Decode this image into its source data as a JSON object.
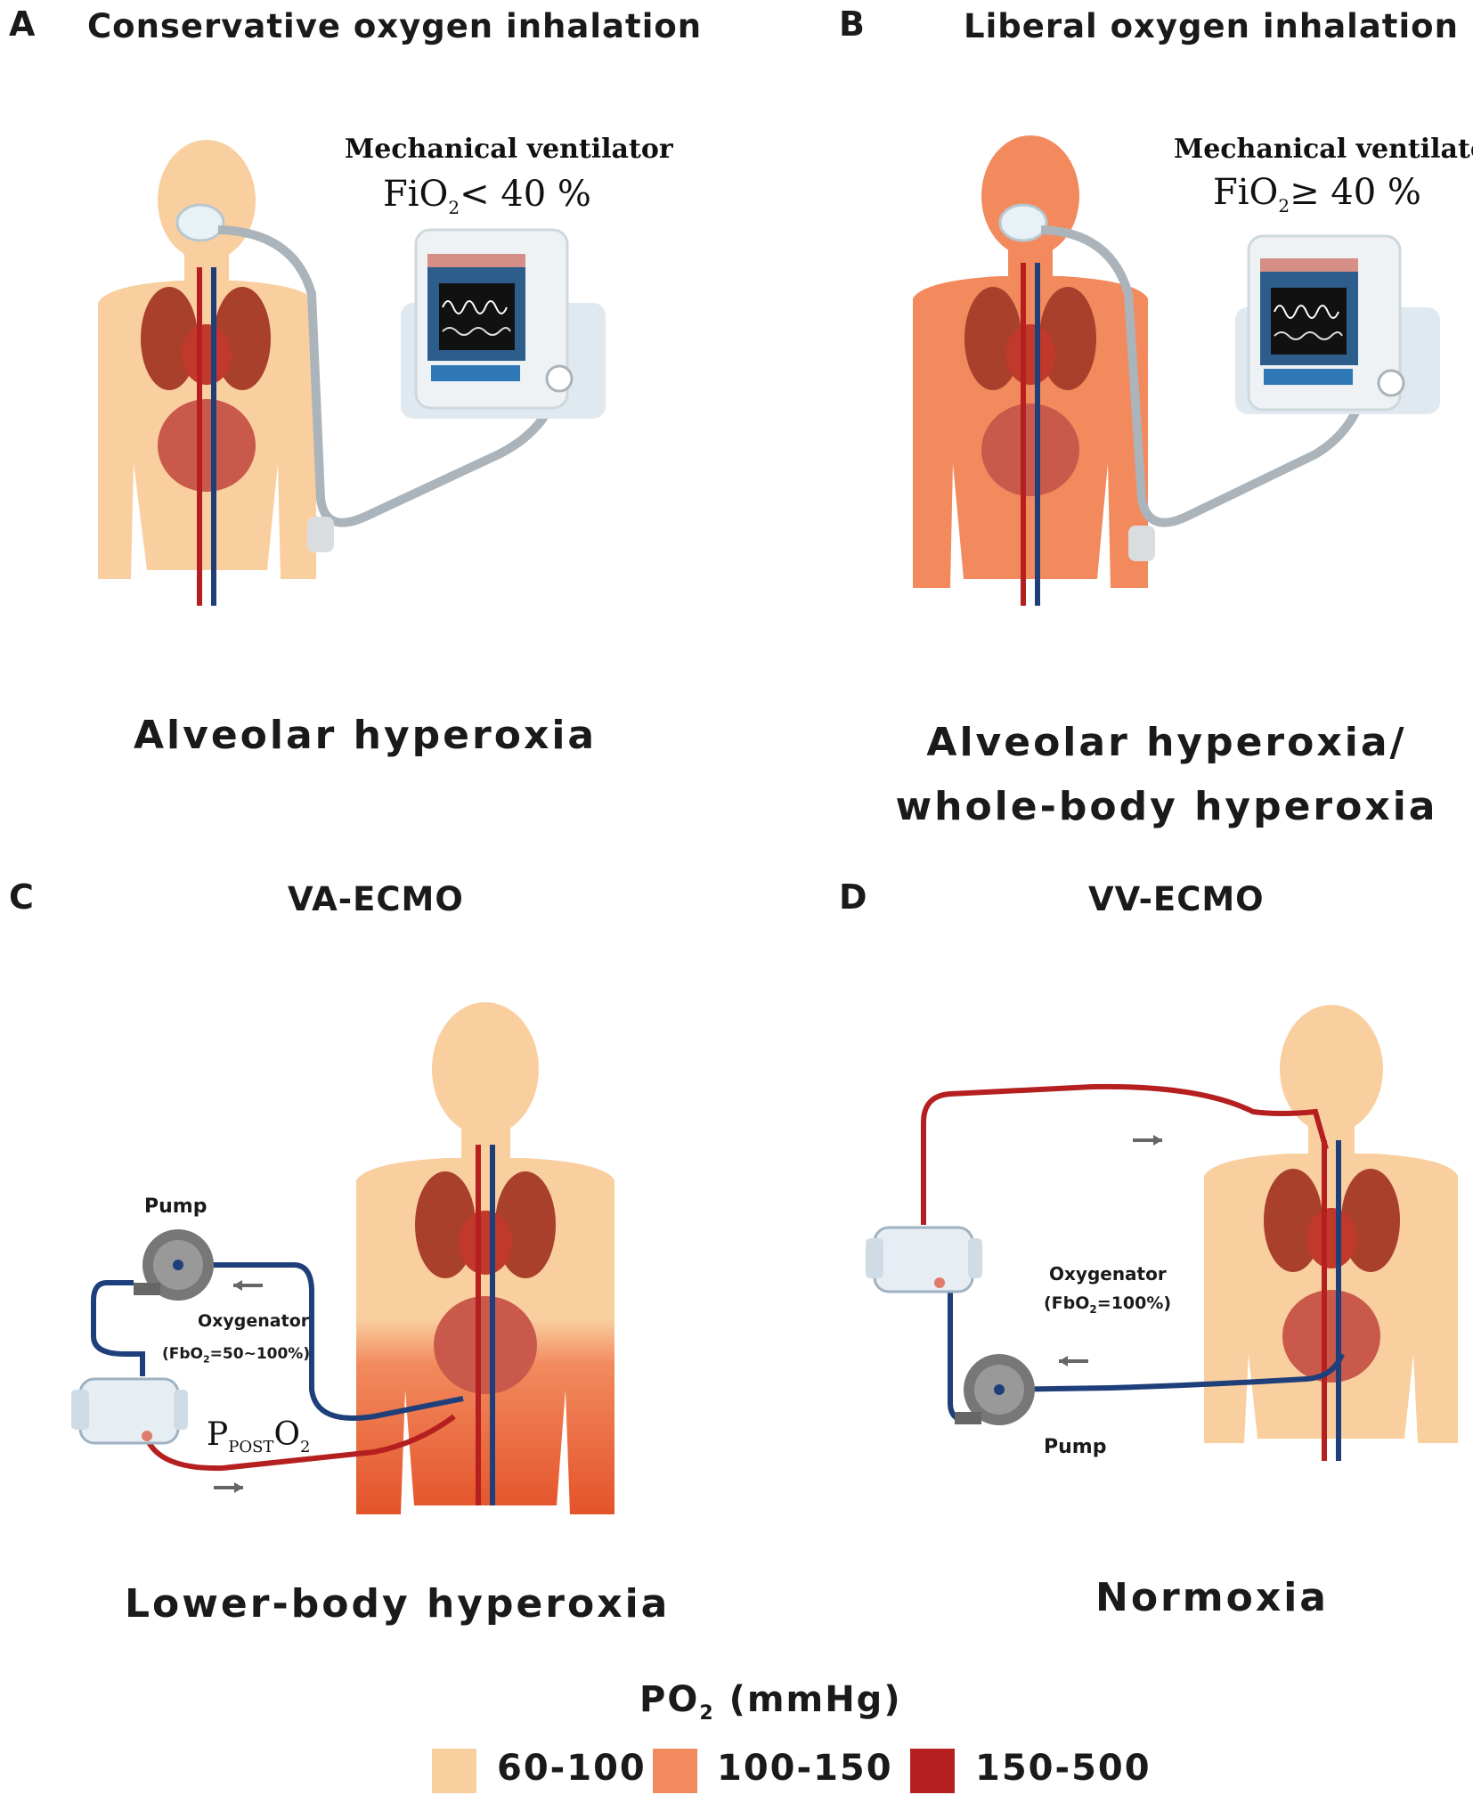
{
  "panels": {
    "a": {
      "letter": "A",
      "title": "Conservative oxygen inhalation",
      "device": "Mechanical ventilator",
      "fio2_base": "FiO",
      "fio2_sub": "2",
      "fio2_rest": "< 40 %",
      "caption": "Alveolar hyperoxia"
    },
    "b": {
      "letter": "B",
      "title": "Liberal oxygen inhalation",
      "device": "Mechanical ventilator",
      "fio2_base": "FiO",
      "fio2_sub": "2",
      "fio2_rest": "≥ 40 %",
      "caption_line1": "Alveolar hyperoxia/",
      "caption_line2": "whole-body hyperoxia"
    },
    "c": {
      "letter": "C",
      "title": "VA-ECMO",
      "pump": "Pump",
      "oxygenator": "Oxygenator",
      "fbo2_pre": "(FbO",
      "fbo2_sub": "2",
      "fbo2_post": "=50~100%)",
      "ppost_p": "P",
      "ppost_sub": "POST",
      "ppost_o": "O",
      "ppost_o_sub": "2",
      "caption": "Lower-body hyperoxia"
    },
    "d": {
      "letter": "D",
      "title": "VV-ECMO",
      "oxygenator": "Oxygenator",
      "fbo2_pre": "(FbO",
      "fbo2_sub": "2",
      "fbo2_post": "=100%)",
      "pump": "Pump",
      "caption": "Normoxia"
    }
  },
  "legend": {
    "title_pre": "PO",
    "title_sub": "2",
    "title_post": " (mmHg)",
    "items": [
      {
        "label": "60-100",
        "color": "#f9cfa0"
      },
      {
        "label": "100-150",
        "color": "#f28a5e"
      },
      {
        "label": "150-500",
        "color": "#b51f1f"
      }
    ]
  },
  "colors": {
    "skin_light": "#f9cfa0",
    "skin_medium": "#f28a5e",
    "blood_red": "#b51f1f",
    "vein_blue": "#1f3f7a"
  }
}
